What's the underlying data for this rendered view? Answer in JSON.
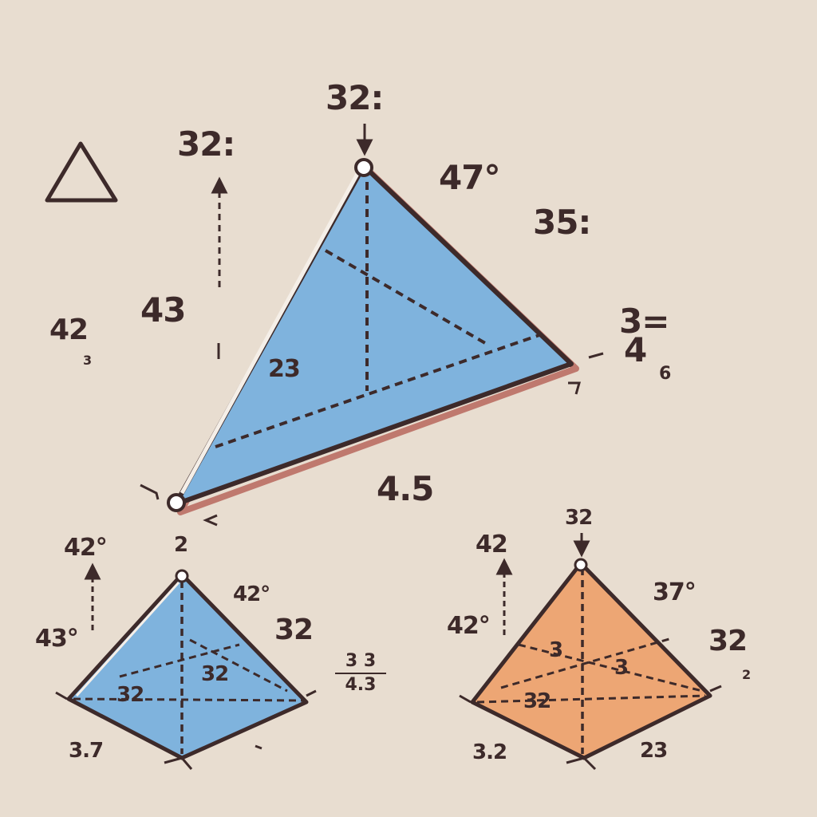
{
  "colors": {
    "background": "#e8ddd0",
    "ink": "#3d2a2a",
    "blue_fill": "#7fb3dd",
    "orange_fill": "#eda674",
    "edge_red": "#b2574e"
  },
  "icon": "triangle-outline-icon",
  "main_triangle": {
    "apex_label": "32:",
    "top_right_edge_label": "47°",
    "right_outer_label": "35:",
    "right_vertex_label_top": "3=",
    "right_vertex_label_bottom": "4",
    "right_vertex_sublabel": "6",
    "inner_label": "23",
    "bottom_edge_label": "4.5",
    "left_arrow_label": "32:",
    "left_label": "43",
    "far_left_label": "42",
    "far_left_sublabel": "3"
  },
  "small_blue": {
    "apex_label": "2",
    "top_left_label": "42°",
    "left_label": "43°",
    "upper_right_label": "42°",
    "right_label": "32",
    "right_fraction_top": "3 3",
    "right_fraction_bottom": "4.3",
    "inner_left_label": "32",
    "inner_right_label": "32",
    "bottom_left_label": "3.7"
  },
  "small_orange": {
    "apex_label": "32",
    "top_left_label": "42",
    "left_label": "42°",
    "upper_right_label": "37°",
    "right_label": "32",
    "right_sublabel": "2",
    "inner_top_label": "3",
    "inner_right_label": "3",
    "inner_left_label": "32",
    "bottom_left_label": "3.2",
    "bottom_right_label": "23"
  }
}
